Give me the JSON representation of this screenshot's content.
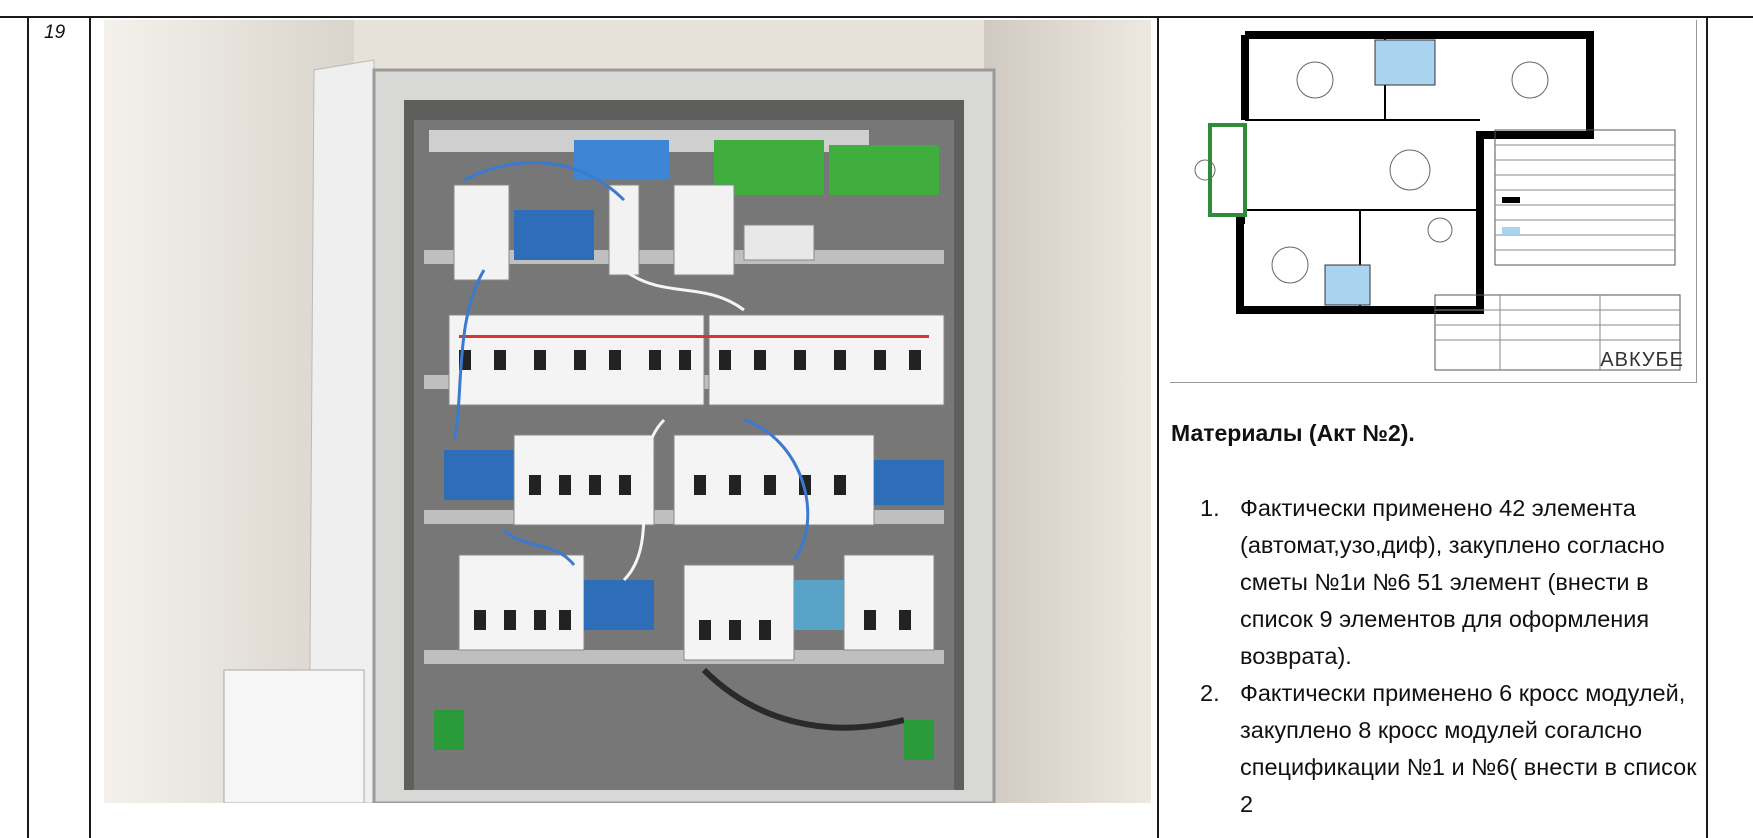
{
  "table": {
    "row_number": "19"
  },
  "photo": {
    "icon": "electrical-panel-photo"
  },
  "plan": {
    "icon": "floor-plan-drawing",
    "logo_text": "АВКУБЕ"
  },
  "materials": {
    "heading": "Материалы (Акт №2).",
    "items": [
      {
        "num": "1.",
        "text": "Фактически применено 42 элемента (автомат,узо,диф), закуплено согласно сметы №1и №6 51 элемент (внести в список 9 элементов для оформления возврата)."
      },
      {
        "num": "2.",
        "text": "Фактически применено 6 кросс модулей, закуплено 8 кросс модулей согалсно спецификации №1 и №6( внести в список 2"
      }
    ]
  }
}
